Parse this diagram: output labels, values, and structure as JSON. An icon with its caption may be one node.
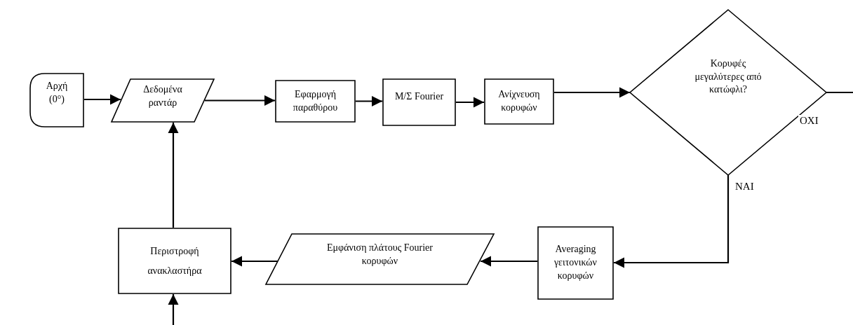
{
  "diagram": {
    "nodes": [
      {
        "text": [
          "Αρχή (0°)"
        ]
      },
      {
        "text": [
          "Δεδομένα ραντάρ"
        ]
      },
      {
        "text": [
          "Εφαρμογή παραθύρου"
        ]
      },
      {
        "text": [
          "Μ/Σ Fourier"
        ]
      },
      {
        "text": [
          "Ανίχνευση κορυφών"
        ]
      },
      {
        "text": [
          "Κορυφές μεγαλύτερες από κατώφλι?"
        ]
      },
      {
        "text": [
          "Averaging γειτονικών κορυφών"
        ]
      },
      {
        "text": [
          "Εμφάνιση πλάτους Fourier κορυφών"
        ]
      },
      {
        "text": [
          "Περιστροφή ανακλαστήρα"
        ]
      }
    ],
    "edges": [
      {
        "from": 0,
        "to": 1,
        "arrow": "to"
      },
      {
        "from": 1,
        "to": 2,
        "arrow": "to"
      },
      {
        "from": 2,
        "to": 3,
        "arrow": "to"
      },
      {
        "from": 3,
        "to": 4,
        "arrow": "to"
      },
      {
        "from": 4,
        "to": 5,
        "arrow": "to"
      },
      {
        "from": 5,
        "to": 6,
        "arrow": "to",
        "label": "ΝΑΙ"
      },
      {
        "from": 6,
        "to": 7,
        "arrow": "to"
      },
      {
        "from": 7,
        "to": 8,
        "arrow": "to"
      },
      {
        "from": 8,
        "to": 1,
        "arrow": "to"
      },
      {
        "from": 5,
        "to": null,
        "arrow": "none",
        "label": "ΟΧΙ"
      },
      {
        "from": null,
        "to": 8,
        "arrow": "to"
      }
    ]
  }
}
